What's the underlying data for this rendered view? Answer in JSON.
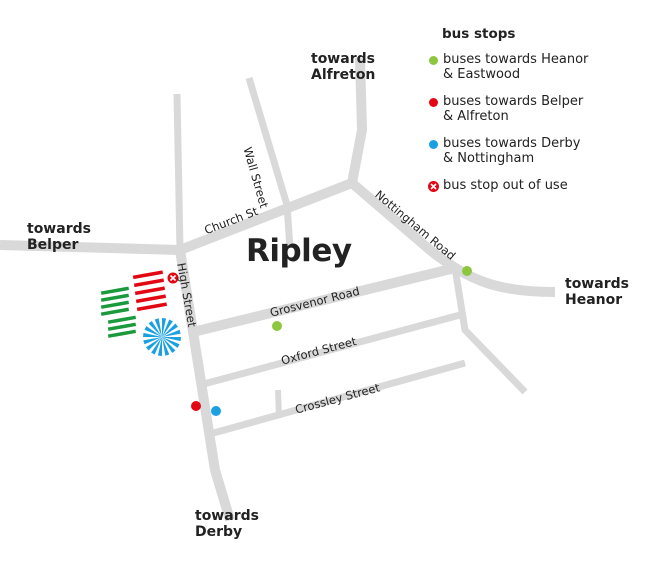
{
  "town_name": "Ripley",
  "directions": {
    "alfreton": [
      "towards",
      "Alfreton"
    ],
    "belper": [
      "towards",
      "Belper"
    ],
    "heanor": [
      "towards",
      "Heanor"
    ],
    "derby": [
      "towards",
      "Derby"
    ]
  },
  "streets": {
    "wall_street": "Wall Street",
    "church_st": "Church St",
    "high_street": "High Street",
    "nottingham_road": "Nottingham Road",
    "grosvenor_road": "Grosvenor Road",
    "oxford_street": "Oxford Street",
    "crossley_street": "Crossley Street"
  },
  "legend": {
    "title": "bus stops",
    "items": [
      {
        "lines": [
          "buses towards Heanor",
          "& Eastwood"
        ],
        "color": "#8dc63f",
        "marker": "dot"
      },
      {
        "lines": [
          "buses towards Belper",
          "& Alfreton"
        ],
        "color": "#e30613",
        "marker": "dot"
      },
      {
        "lines": [
          "buses towards Derby",
          "& Nottingham"
        ],
        "color": "#1ba1e2",
        "marker": "dot"
      },
      {
        "lines": [
          "bus stop out of use"
        ],
        "color": "#e30613",
        "marker": "cross"
      }
    ]
  },
  "colors": {
    "road": "#d9d9d9",
    "green_stop": "#8dc63f",
    "red_stop": "#e30613",
    "blue_stop": "#1ba1e2",
    "bus_station_green": "#1a9a3c",
    "bus_station_red": "#e30613",
    "bus_station_blue": "#1ba1e2"
  }
}
